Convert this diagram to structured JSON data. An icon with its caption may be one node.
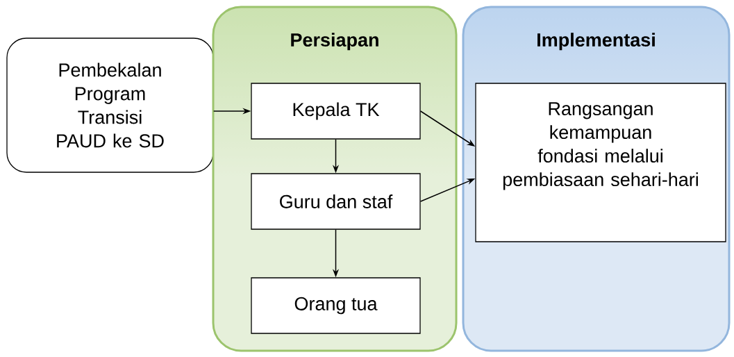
{
  "diagram": {
    "nodes": [
      {
        "text": [
          "Pembekalan Program Transisi PAUD ke SD"
        ]
      },
      {
        "text": [
          "Persiapan"
        ]
      },
      {
        "text": [
          "Kepala TK"
        ],
        "in": 1
      },
      {
        "text": [
          "Guru dan staf"
        ],
        "in": 1
      },
      {
        "text": [
          "Orang tua"
        ],
        "in": 1
      },
      {
        "text": [
          "Implementasi"
        ]
      },
      {
        "text": [
          "Rangsangan kemampuan fondasi melalui pembiasaan sehari-hari"
        ],
        "in": 5
      }
    ],
    "edges": [
      {
        "from": 0,
        "to": 2,
        "arrow": "to"
      },
      {
        "from": 2,
        "to": 3,
        "arrow": "to"
      },
      {
        "from": 3,
        "to": 4,
        "arrow": "to"
      },
      {
        "from": 2,
        "to": 6,
        "arrow": "to"
      },
      {
        "from": 3,
        "to": 6,
        "arrow": "to"
      }
    ]
  }
}
